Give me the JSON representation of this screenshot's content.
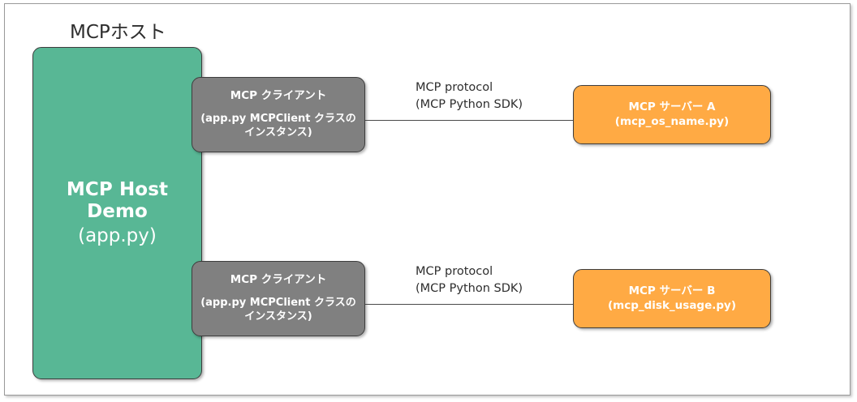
{
  "diagram": {
    "host_caption": "MCPホスト",
    "host": {
      "title": "MCP Host Demo",
      "subtitle": "(app.py)",
      "color": "#58b795"
    },
    "clients": [
      {
        "title": "MCP クライアント",
        "subtitle": "(app.py MCPClient クラスの\nインスタンス)",
        "color": "#808080"
      },
      {
        "title": "MCP クライアント",
        "subtitle": "(app.py MCPClient クラスの\nインスタンス)",
        "color": "#808080"
      }
    ],
    "servers": [
      {
        "title": "MCP サーバー A",
        "subtitle": "(mcp_os_name.py)",
        "color": "#ffaa44"
      },
      {
        "title": "MCP サーバー B",
        "subtitle": "(mcp_disk_usage.py)",
        "color": "#ffaa44"
      }
    ],
    "connectors": [
      {
        "label": "MCP protocol\n(MCP Python SDK)"
      },
      {
        "label": "MCP protocol\n(MCP Python SDK)"
      }
    ]
  }
}
